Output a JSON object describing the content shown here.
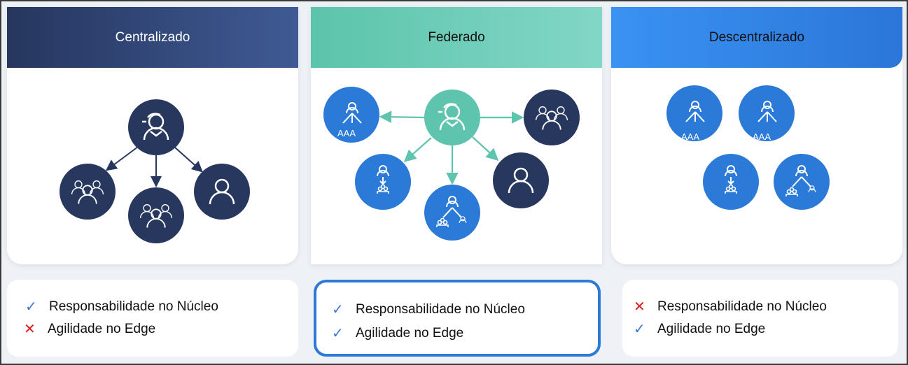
{
  "columns": [
    {
      "title": "Centralizado",
      "features": [
        {
          "label": "Responsabilidade no Núcleo",
          "status": "check"
        },
        {
          "label": "Agilidade no Edge",
          "status": "cross"
        }
      ]
    },
    {
      "title": "Federado",
      "features": [
        {
          "label": "Responsabilidade no Núcleo",
          "status": "check"
        },
        {
          "label": "Agilidade no Edge",
          "status": "check"
        }
      ],
      "highlighted": true
    },
    {
      "title": "Descentralizado",
      "features": [
        {
          "label": "Responsabilidade no Núcleo",
          "status": "cross"
        },
        {
          "label": "Agilidade no Edge",
          "status": "check"
        }
      ]
    }
  ],
  "icon_text": "AAA",
  "symbols": {
    "check": "✓",
    "cross": "✕"
  },
  "colors": {
    "navy": "#27375e",
    "teal": "#5ec4ad",
    "blue": "#2b7ad8",
    "check": "#3b73d6",
    "cross": "#e01b1b"
  }
}
